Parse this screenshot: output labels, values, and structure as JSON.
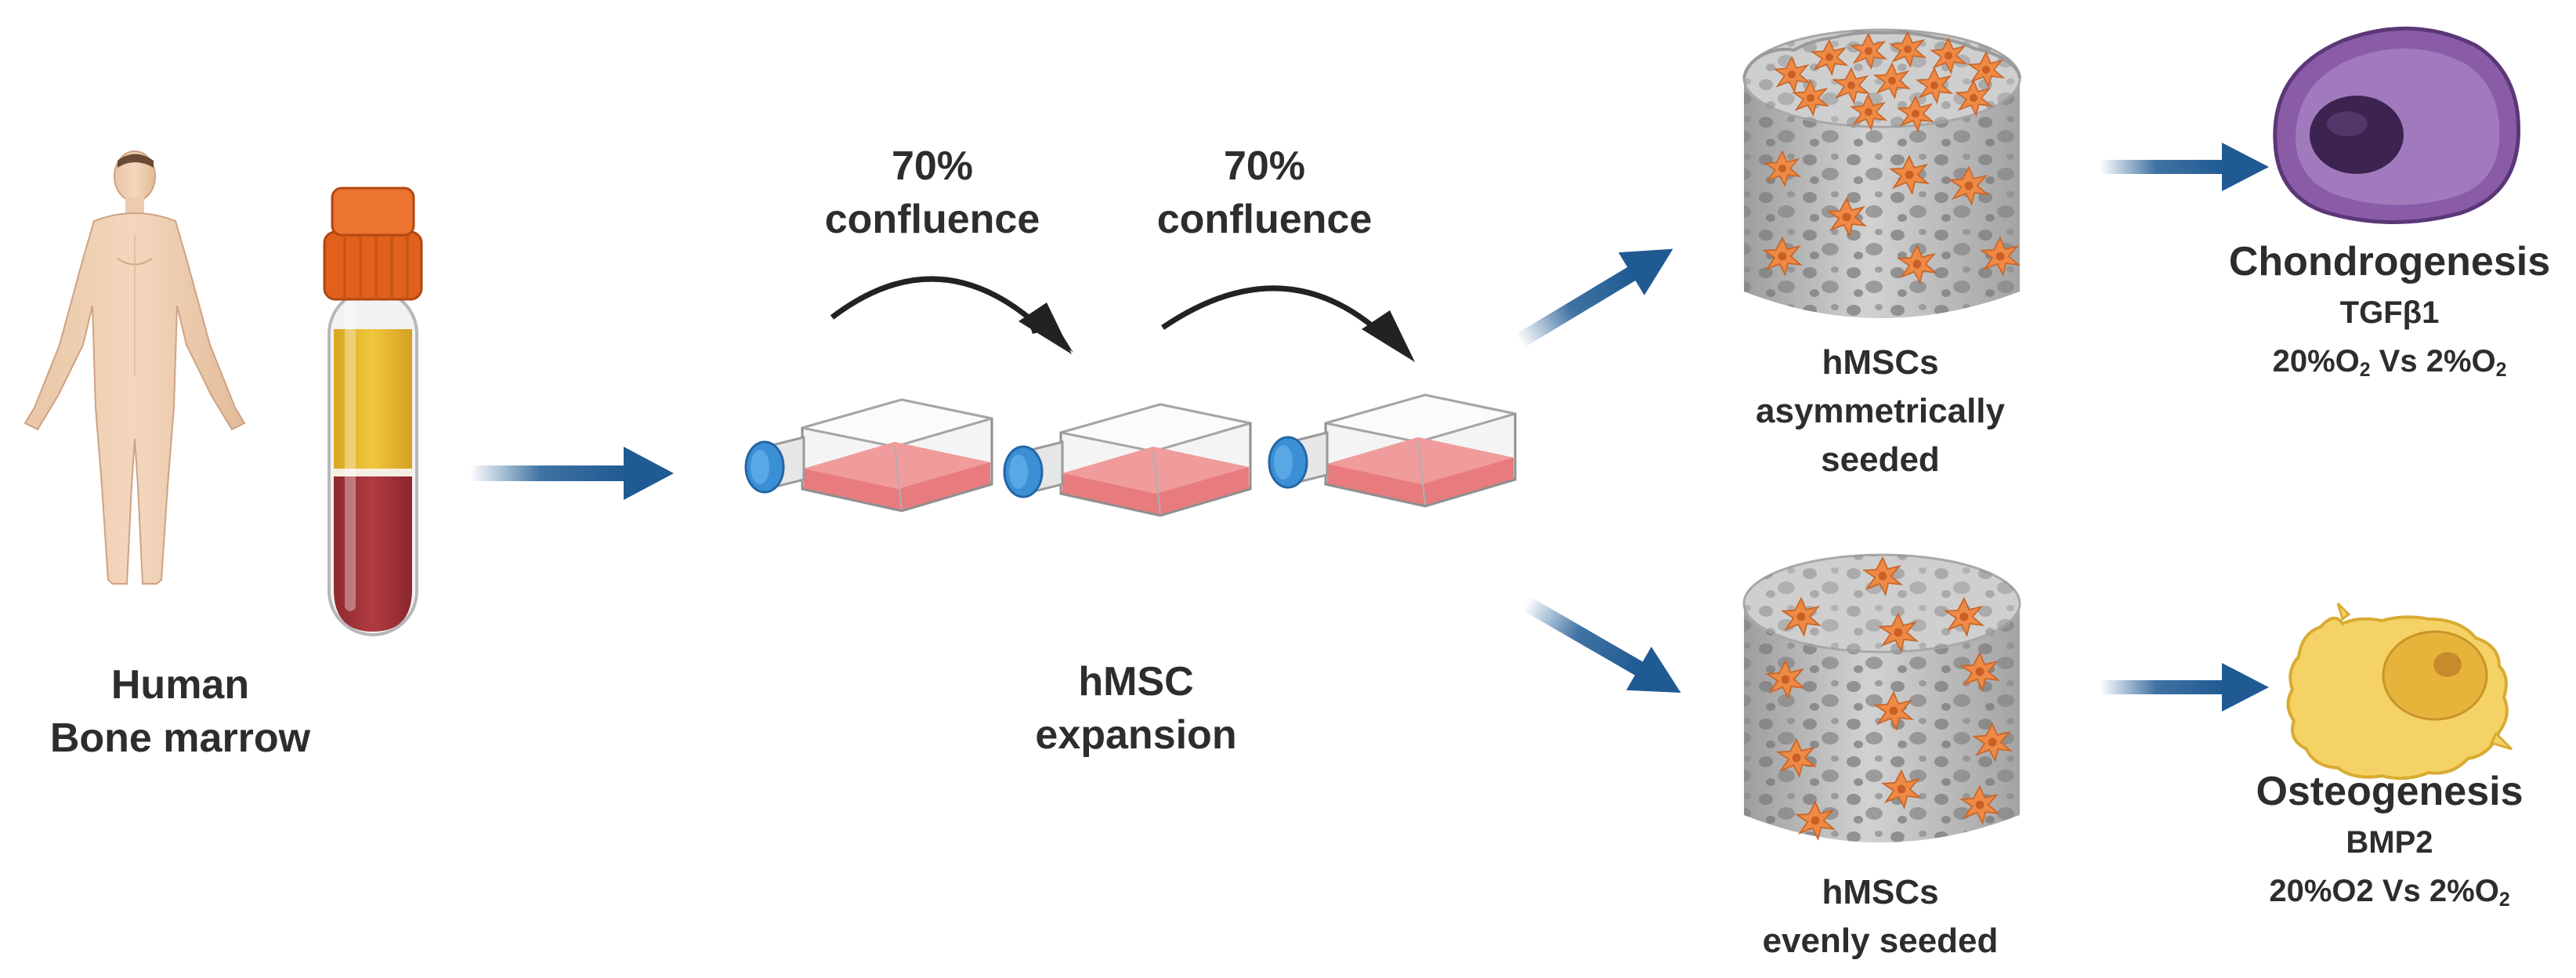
{
  "source": {
    "human_line1": "Human",
    "human_line2": "Bone marrow"
  },
  "expansion": {
    "step1_line1": "70%",
    "step1_line2": "confluence",
    "step2_line1": "70%",
    "step2_line2": "confluence",
    "label_line1": "hMSC",
    "label_line2": "expansion"
  },
  "scaffold_top": {
    "line1": "hMSCs",
    "line2": "asymmetrically",
    "line3": "seeded"
  },
  "scaffold_bottom": {
    "line1": "hMSCs",
    "line2": "evenly seeded"
  },
  "chondro": {
    "title": "Chondrogenesis",
    "factor": "TGFβ1",
    "cond_a": "20%O",
    "cond_a_sub": "2",
    "cond_vs": " Vs 2%O",
    "cond_b_sub": "2"
  },
  "osteo": {
    "title": "Osteogenesis",
    "factor": "BMP2",
    "cond_a": "20%O2",
    "cond_vs": " Vs 2%O",
    "cond_b_sub": "2"
  },
  "colors": {
    "arrow": "#1f5a93",
    "tube_cap": "#e0601c",
    "plasma": "#e8b92e",
    "blood": "#a8343a",
    "flask_media": "#e77b7e",
    "flask_cap": "#3b8fd4",
    "scaffold": "#bdbdbd",
    "cell_orange": "#ee8a45",
    "chondrocyte": "#8a5ca8",
    "osteocyte": "#f5d265"
  }
}
